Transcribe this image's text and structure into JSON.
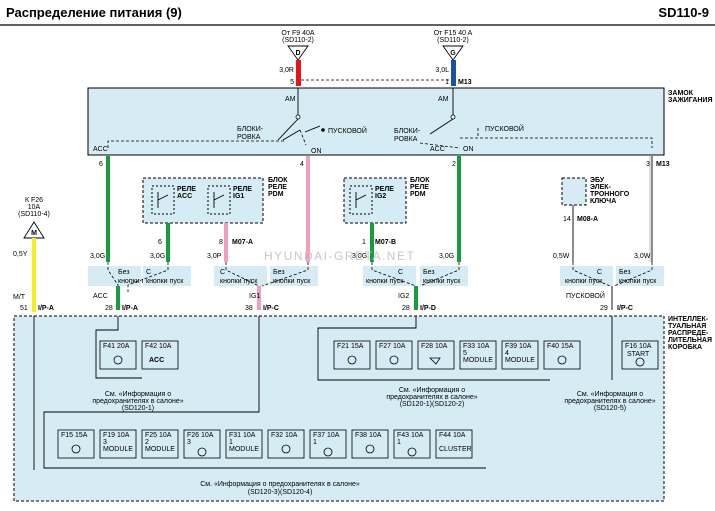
{
  "header": {
    "title": "Распределение питания (9)",
    "code": "SD110-9"
  },
  "sources": {
    "f9": {
      "label": "От F9 40A",
      "ref": "(SD110-2)",
      "letter": "D",
      "wire": "3,0R",
      "pin": "5"
    },
    "f15": {
      "label": "От F15 40 A",
      "ref": "(SD110-2)",
      "letter": "G",
      "wire": "3,0L",
      "pin": "1",
      "connector": "M13"
    },
    "f26": {
      "label": "К F26",
      "amp": "10A",
      "ref": "(SD110-4)",
      "letter": "M",
      "wire": "0,5Y",
      "code": "M/T",
      "pin": "51",
      "connector": "I/P-A"
    }
  },
  "ignition": {
    "title_line1": "ЗАМОК",
    "title_line2": "ЗАЖИГАНИЯ",
    "am": "AM",
    "block_line1": "БЛОКИ-",
    "block_line2": "РОВКА",
    "start": "ПУСКОВОЙ",
    "acc": "ACC",
    "on": "ON",
    "connector": "M13",
    "pins": [
      "6",
      "4",
      "2",
      "3"
    ]
  },
  "relay_block": {
    "title": [
      "БЛОК",
      "РЕЛЕ",
      "PDM"
    ],
    "relay_acc": [
      "РЕЛЕ",
      "ACC"
    ],
    "relay_ig1": [
      "РЕЛЕ",
      "IG1"
    ],
    "relay_ig2": [
      "РЕЛЕ",
      "IG2"
    ],
    "pin6": "6",
    "pin8": "8",
    "conn_a": "M07-A",
    "pin1": "1",
    "conn_b": "M07-B"
  },
  "smart_key": {
    "title": [
      "ЭБУ",
      "ЭЛЕК-",
      "ТРОННОГО",
      "КЛЮЧА"
    ],
    "pin": "14",
    "connector": "M08-A"
  },
  "wires": [
    "3,0G",
    "3,0G",
    "3,0P",
    "3,0G",
    "3,0G",
    "0,5W",
    "3,0W"
  ],
  "splits": {
    "without": "Без",
    "with": "С",
    "start_btn": "кнопки пуск"
  },
  "labels": {
    "acc": "ACC",
    "ig1": "IG1",
    "ig2": "IG2",
    "start": "ПУСКОВОЙ"
  },
  "junction": {
    "pins": [
      "28",
      "38",
      "28",
      "29"
    ],
    "connectors": [
      "I/P-A",
      "I/P-C",
      "I/P-D",
      "I/P-C"
    ],
    "title": [
      "ИНТЕЛЛЕК-",
      "ТУАЛЬНАЯ",
      "РАСПРЕДЕ-",
      "ЛИТЕЛЬНАЯ",
      "КОРОБКА"
    ]
  },
  "fuses_group1": [
    {
      "name": "F41 20A",
      "label": ""
    },
    {
      "name": "F42 10A",
      "label": "ACC"
    }
  ],
  "fuses_group2": [
    {
      "name": "F21 15A",
      "label": ""
    },
    {
      "name": "F27 10A",
      "label": ""
    },
    {
      "name": "F28 10A",
      "label": ""
    },
    {
      "name": "F33 10A",
      "label": "MODULE",
      "num": "5"
    },
    {
      "name": "F39 10A",
      "label": "MODULE",
      "num": "4"
    },
    {
      "name": "F40 15A",
      "label": ""
    }
  ],
  "fuse_start": {
    "name": "F16 10A",
    "label": "START"
  },
  "fuses_group4": [
    {
      "name": "F15 15A",
      "label": ""
    },
    {
      "name": "F19 10A",
      "label": "MODULE",
      "num": "3"
    },
    {
      "name": "F25 10A",
      "label": "MODULE",
      "num": "2"
    },
    {
      "name": "F26 10A",
      "label": "",
      "num": "3"
    },
    {
      "name": "F31 10A",
      "label": "MODULE",
      "num": "1"
    },
    {
      "name": "F32 10A",
      "label": ""
    },
    {
      "name": "F37 10A",
      "label": "",
      "num": "1"
    },
    {
      "name": "F38 10A",
      "label": ""
    },
    {
      "name": "F43 10A",
      "label": "",
      "num": "1"
    },
    {
      "name": "F44 10A",
      "label": "CLUSTER"
    }
  ],
  "notes": {
    "see_info": "См. «Информация о",
    "fuses_cabin": "предохранителях в салоне»",
    "ref1": "(SD120-1)",
    "ref2": "(SD120-1)(SD120-2)",
    "ref3": "(SD120-5)",
    "bottom": "См. «Информация о предохранителях в салоне»",
    "ref4": "(SD120-3)(SD120-4)"
  },
  "watermark": "HYUNDAI-GRETA.NET"
}
